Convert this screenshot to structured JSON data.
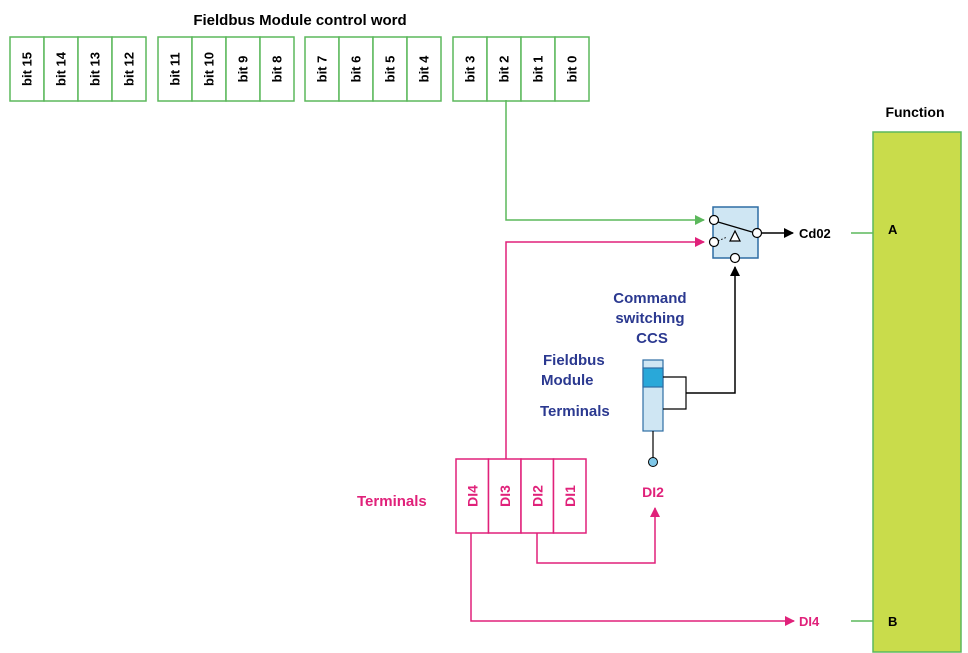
{
  "title": "Fieldbus Module control word",
  "bits": [
    "bit 15",
    "bit 14",
    "bit 13",
    "bit 12",
    "bit 11",
    "bit 10",
    "bit 9",
    "bit 8",
    "bit 7",
    "bit 6",
    "bit 5",
    "bit 4",
    "bit 3",
    "bit 2",
    "bit 1",
    "bit 0"
  ],
  "function_label": "Function",
  "output_label": "Cd02",
  "input_a_label": "A",
  "input_b_label": "B",
  "ccs_label_lines": [
    "Command",
    "switching",
    "CCS"
  ],
  "fieldbus_module_lines": [
    "Fieldbus",
    "Module"
  ],
  "terminals_switch_label": "Terminals",
  "di2_label": "DI2",
  "terminals_label": "Terminals",
  "terminal_inputs": [
    "DI4",
    "DI3",
    "DI2",
    "DI1"
  ],
  "di4_label": "DI4",
  "colors": {
    "green": "#5cb85c",
    "magenta": "#e0217a",
    "navy": "#2b3990",
    "function_fill": "#c9dc4b",
    "switch_fill": "#cfe6f3",
    "switch_stroke": "#2e6da4",
    "selector_active": "#29a8d9"
  }
}
